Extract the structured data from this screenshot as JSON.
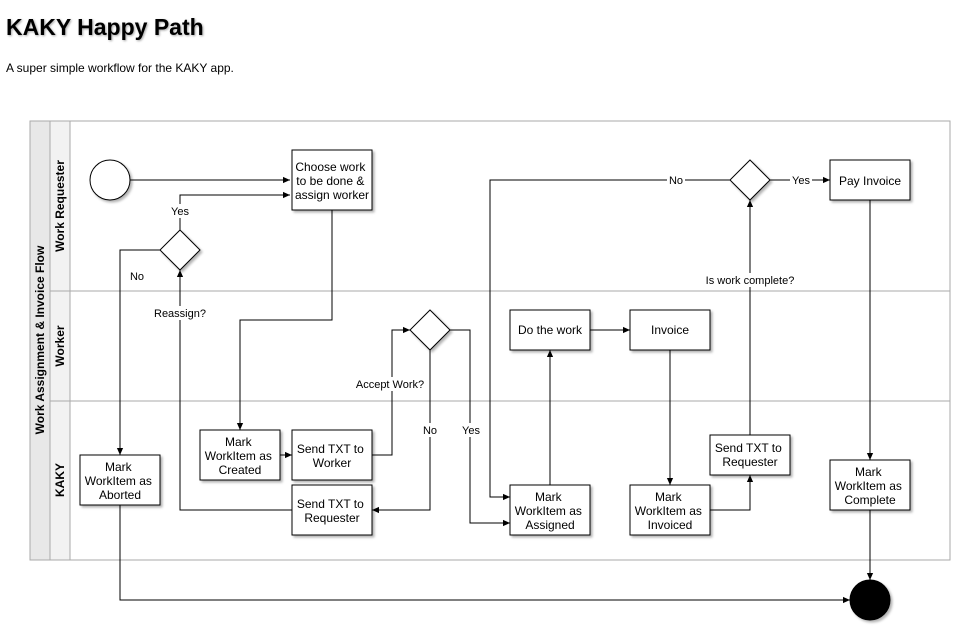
{
  "title": "KAKY Happy Path",
  "subtitle": "A super simple workflow for the KAKY app.",
  "pool": {
    "label": "Work Assignment & Invoice Flow"
  },
  "lanes": {
    "requester": "Work Requester",
    "worker": "Worker",
    "kaky": "KAKY"
  },
  "nodes": {
    "choose_work": [
      "Choose work",
      "to be done &",
      "assign worker"
    ],
    "pay_invoice": [
      "Pay Invoice"
    ],
    "do_the_work": [
      "Do the work"
    ],
    "invoice": [
      "Invoice"
    ],
    "mark_created": [
      "Mark",
      "WorkItem as",
      "Created"
    ],
    "send_txt_worker": [
      "Send TXT to",
      "Worker"
    ],
    "send_txt_requester": [
      "Send TXT to",
      "Requester"
    ],
    "mark_aborted": [
      "Mark",
      "WorkItem as",
      "Aborted"
    ],
    "mark_assigned": [
      "Mark",
      "WorkItem as",
      "Assigned"
    ],
    "mark_invoiced": [
      "Mark",
      "WorkItem as",
      "Invoiced"
    ],
    "send_txt_requester_2": [
      "Send TXT to",
      "Requester"
    ],
    "mark_complete": [
      "Mark",
      "WorkItem as",
      "Complete"
    ]
  },
  "edge_labels": {
    "yes_reassign": "Yes",
    "no_reassign": "No",
    "reassign_question": "Reassign?",
    "accept_work_question": "Accept Work?",
    "no_accept": "No",
    "yes_accept": "Yes",
    "no_complete": "No",
    "yes_complete": "Yes",
    "work_complete_question": "Is work complete?"
  }
}
